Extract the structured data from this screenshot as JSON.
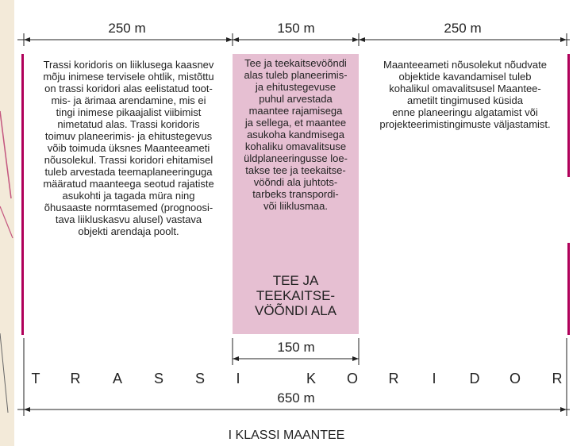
{
  "dimensions": {
    "left_width": "250 m",
    "middle_width": "150 m",
    "right_width": "250 m",
    "inner_width": "150 m",
    "total_width": "650 m"
  },
  "columns": {
    "left_text": [
      "Trassi koridoris on liiklusega kaasnev",
      "mõju inimese tervisele ohtlik, mistõttu",
      "on trassi koridori alas eelistatud toot-",
      "mis-  ja ärimaa arendamine, mis ei",
      "tingi inimese pikaajalist viibimist",
      "nimetatud alas. Trassi koridoris",
      "toimuv planeerimis-  ja ehitustegevus",
      "võib toimuda üksnes Maanteeameti",
      "nõusolekul. Trassi koridori ehitamisel",
      "tuleb arvestada teemaplaneeringuga",
      "määratud maanteega seotud rajatiste",
      "asukohti ja tagada müra ning",
      "õhusaaste normtasemed (prognoosi-",
      "tava liikluskasvu alusel) vastava",
      "objekti arendaja poolt."
    ],
    "middle_text": [
      "Tee ja teekaitsevöõndi",
      "alas tuleb planeerimis-",
      "ja ehitustegevuse",
      "puhul arvestada",
      "maantee rajamisega",
      "ja sellega, et maantee",
      "asukoha kandmisega",
      "kohaliku omavalitsuse",
      "üldplaneeringusse loe-",
      "takse tee ja teekaitse-",
      "vöõndi ala juhtots-",
      "tarbeks transpordi-",
      "või liiklusmaa."
    ],
    "right_text": [
      "Maanteeameti nõusolekut nõudvate",
      "objektide kavandamisel tuleb",
      "kohalikul omavalitsusel Maantee-",
      "ametilt tingimused küsida",
      "enne planeeringu algatamist või",
      "projekteerimistingimuste väljastamist."
    ]
  },
  "zone_label": [
    "TEE JA",
    "TEEKAITSE-",
    "VÖÕNDI ALA"
  ],
  "corridor_letters": [
    "T",
    "R",
    "A",
    "S",
    "S",
    "I",
    "K",
    "O",
    "R",
    "I",
    "D",
    "O",
    "R"
  ],
  "road_label": "I KLASSI MAANTEE",
  "colors": {
    "pink_fill": "#e6bfd2",
    "accent_bar": "#b0005a"
  }
}
